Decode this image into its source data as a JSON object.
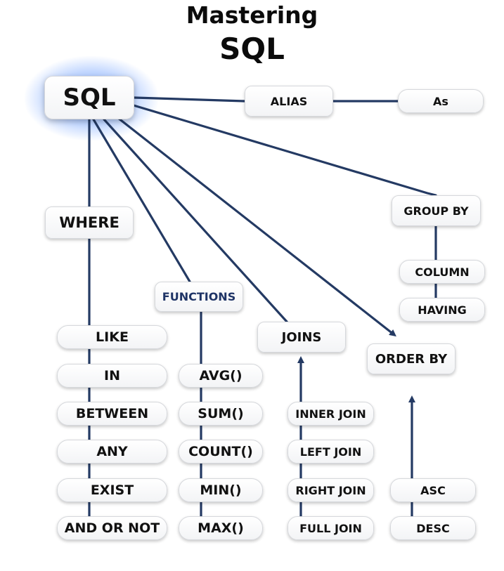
{
  "title": {
    "line1": "Mastering",
    "line2": "SQL"
  },
  "colors": {
    "connector": "#243a63",
    "glow": "#508cff",
    "functions_text": "#1f3466"
  },
  "nodes": {
    "sql": "SQL",
    "alias": "ALIAS",
    "as": "As",
    "group_by": "GROUP BY",
    "column": "COLUMN",
    "having": "HAVING",
    "where": "WHERE",
    "functions": "FUNCTIONS",
    "joins": "JOINS",
    "order_by": "ORDER BY",
    "where_items": [
      "LIKE",
      "IN",
      "BETWEEN",
      "ANY",
      "EXIST",
      "AND OR NOT"
    ],
    "function_items": [
      "AVG()",
      "SUM()",
      "COUNT()",
      "MIN()",
      "MAX()"
    ],
    "join_items": [
      "INNER JOIN",
      "LEFT JOIN",
      "RIGHT JOIN",
      "FULL JOIN"
    ],
    "order_items": [
      "ASC",
      "DESC"
    ]
  }
}
